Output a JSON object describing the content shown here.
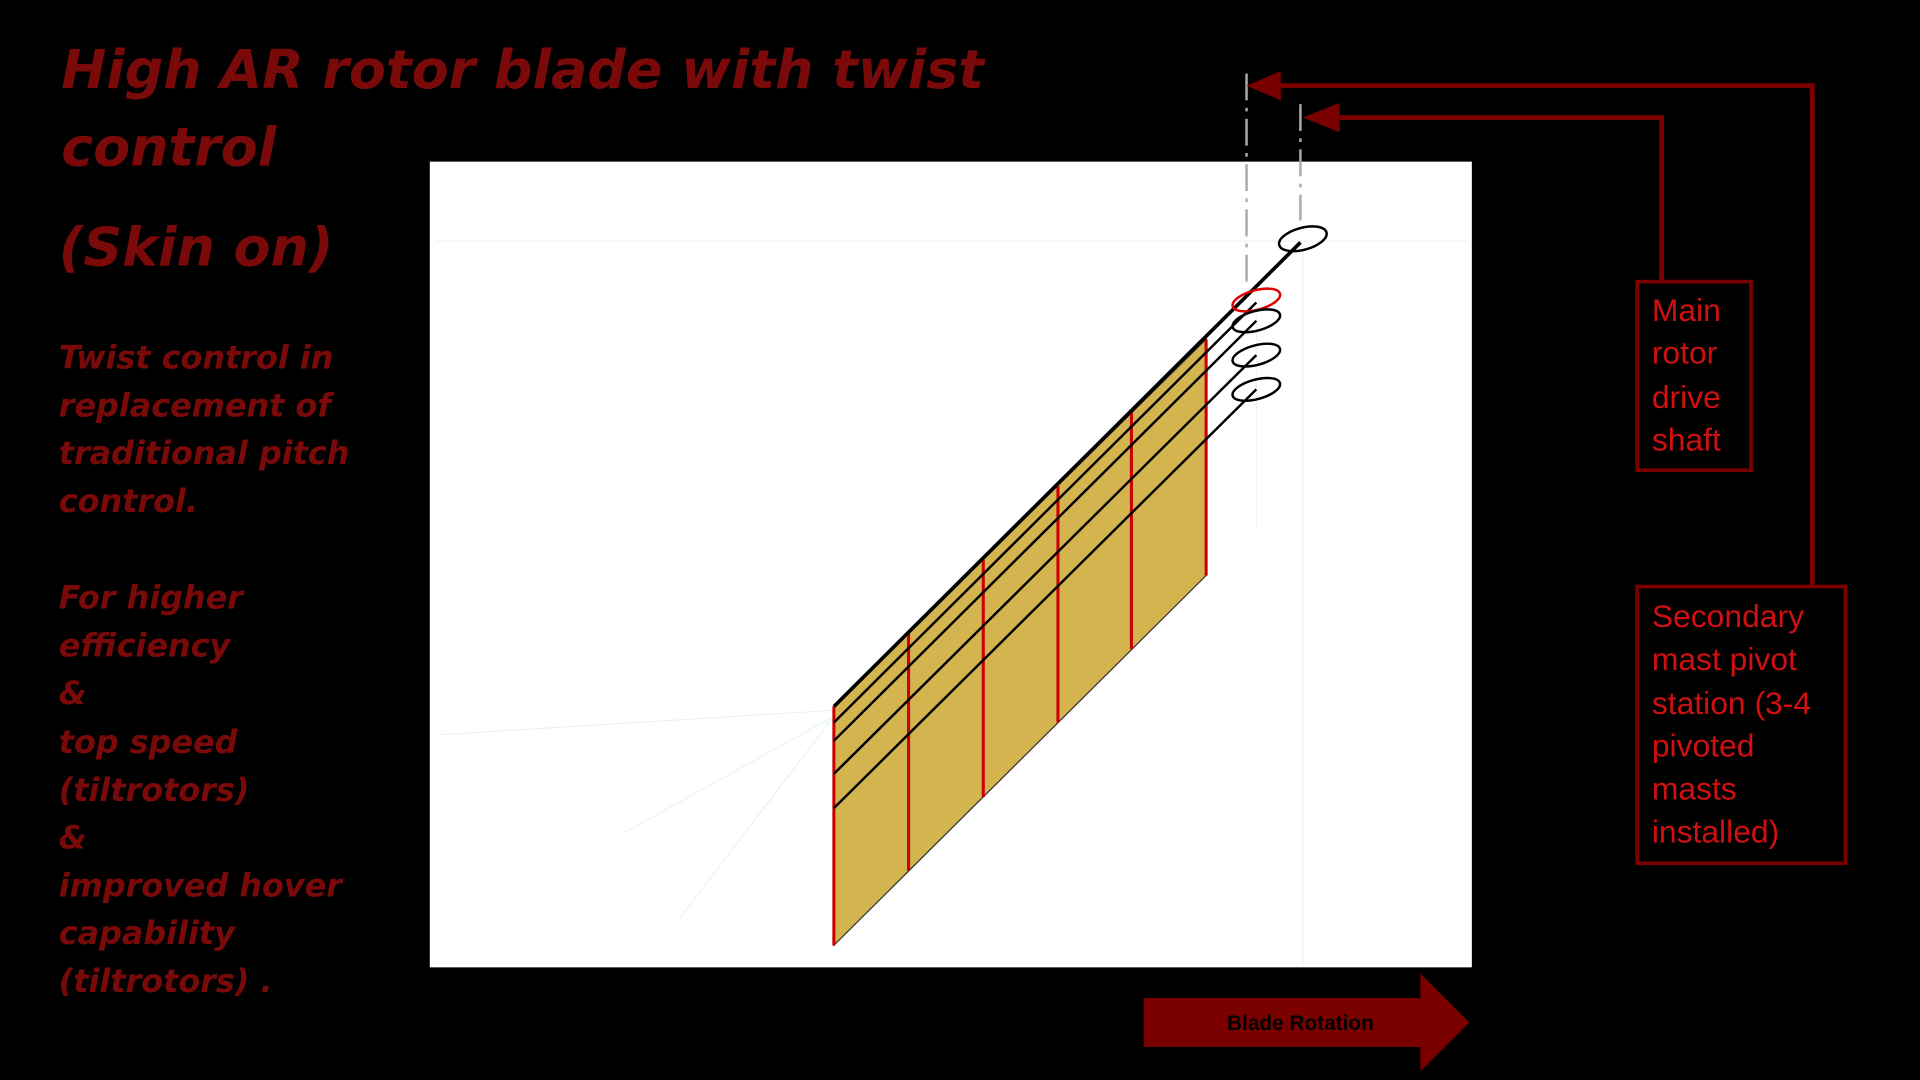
{
  "title": {
    "line1": "High AR rotor blade with twist",
    "line2": "control",
    "line3": "(Skin on)"
  },
  "description": {
    "lines": [
      "Twist control in",
      "replacement of",
      "traditional pitch",
      "control.",
      "For higher",
      "efficiency",
      "&",
      "top speed",
      "(tiltrotors)",
      "&",
      "improved hover",
      "capability",
      "(tiltrotors) ."
    ]
  },
  "labels": {
    "main_shaft": [
      "Main",
      "rotor",
      "drive",
      "shaft"
    ],
    "secondary_mast": [
      "Secondary",
      "mast pivot",
      "station (3-4",
      "pivoted",
      "masts",
      "installed)"
    ],
    "blade_rotation": "Blade Rotation"
  },
  "colors": {
    "background": "#000000",
    "title": "#7a0a0a",
    "callout": "#d01010",
    "arrow": "#7a0000",
    "blade_skin": "#d4b44e",
    "spar": "#cc0000"
  }
}
